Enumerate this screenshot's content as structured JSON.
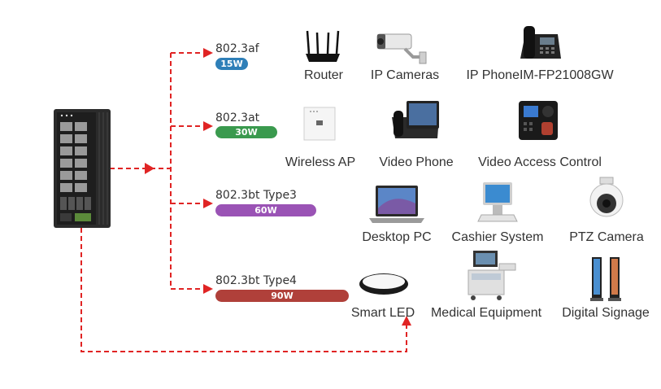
{
  "tiers": [
    {
      "standard": "802.3af",
      "power": "15W",
      "color": "#2e7fb8"
    },
    {
      "standard": "802.3at",
      "power": "30W",
      "color": "#3a9a4e"
    },
    {
      "standard": "802.3bt Type3",
      "power": "60W",
      "color": "#9a53b5"
    },
    {
      "standard": "802.3bt Type4",
      "power": "90W",
      "color": "#b0403a"
    }
  ],
  "devices": [
    {
      "label": "Router",
      "icon": "router-icon"
    },
    {
      "label": "IP Cameras",
      "icon": "ip-camera-icon"
    },
    {
      "label": "IP PhoneIM-FP21008GW",
      "icon": "ip-phone-icon"
    },
    {
      "label": "Wireless AP",
      "icon": "wireless-ap-icon"
    },
    {
      "label": "Video Phone",
      "icon": "video-phone-icon"
    },
    {
      "label": "Video Access Control",
      "icon": "access-control-icon"
    },
    {
      "label": "Desktop PC",
      "icon": "laptop-icon"
    },
    {
      "label": "Cashier System",
      "icon": "cashier-icon"
    },
    {
      "label": "PTZ Camera",
      "icon": "ptz-camera-icon"
    },
    {
      "label": "Smart LED",
      "icon": "ceiling-light-icon"
    },
    {
      "label": "Medical Equipment",
      "icon": "medical-equipment-icon"
    },
    {
      "label": "Digital Signage",
      "icon": "signage-icon"
    }
  ],
  "colors": {
    "connector": "#e02424",
    "text": "#333333"
  }
}
